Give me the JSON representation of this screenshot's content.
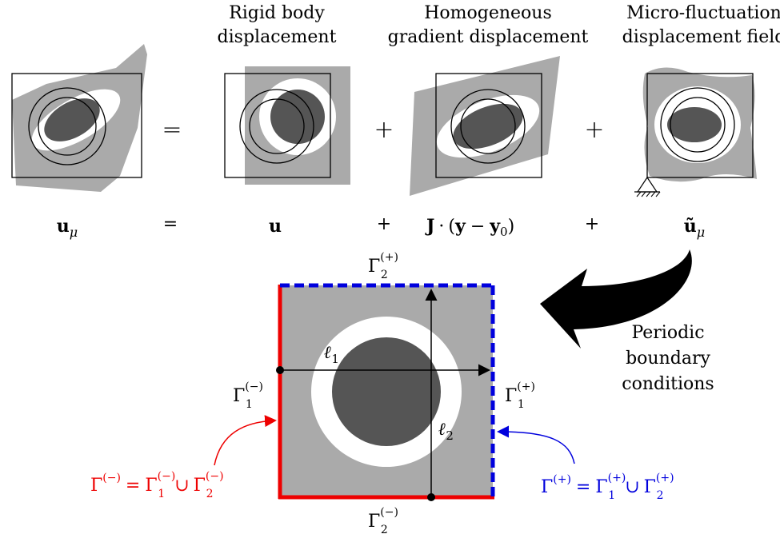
{
  "headers": {
    "rigid_line1": "Rigid body",
    "rigid_line2": "displacement",
    "homog_line1": "Homogeneous",
    "homog_line2": "gradient displacement",
    "micro_line1": "Micro-fluctuation",
    "micro_line2": "displacement field"
  },
  "operators": {
    "equals": "=",
    "plus": "+"
  },
  "equation": {
    "u_mu_bold": "u",
    "u_mu_sub": "μ",
    "equals": "=",
    "u": "u",
    "plus": "+",
    "J": "J",
    "dot": "·",
    "paren_open": "(",
    "y": "y",
    "minus": "−",
    "y0_base": "y",
    "y0_sub": "0",
    "paren_close": ")",
    "u_tilde": "ũ",
    "u_tilde_sub": "μ"
  },
  "boundary": {
    "gamma": "Γ",
    "sub1": "1",
    "sub2": "2",
    "plus_sup": "(+)",
    "minus_sup": "(−)",
    "ell": "ℓ",
    "ell1_sub": "1",
    "ell2_sub": "2"
  },
  "periodic_label": [
    "Periodic",
    "boundary",
    "conditions"
  ],
  "union_minus": {
    "lhs_sup": "(−)",
    "eq": "=",
    "cup": "∪"
  },
  "union_plus": {
    "lhs_sup": "(+)",
    "eq": "=",
    "cup": "∪"
  },
  "colors": {
    "matrix_gray": "#aaaaaa",
    "inclusion_dark": "#555555",
    "minus_boundary": "#ee0000",
    "plus_boundary": "#0000dd"
  }
}
